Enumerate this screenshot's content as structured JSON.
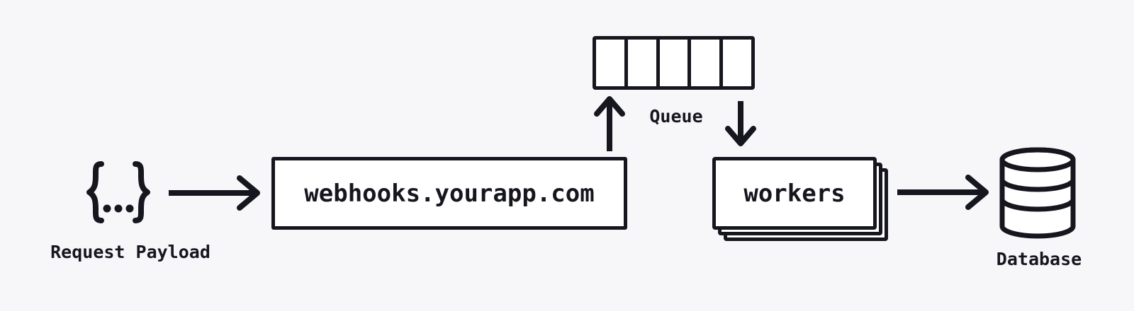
{
  "diagram": {
    "colors": {
      "background": "#f7f7fa",
      "stroke": "#16161f",
      "node_fill": "#ffffff"
    },
    "payload": {
      "label": "Request Payload",
      "icon": "json-braces-icon"
    },
    "webhooks": {
      "label": "webhooks.yourapp.com"
    },
    "queue": {
      "label": "Queue",
      "cells": 5
    },
    "workers": {
      "label": "workers",
      "stack_count": 3
    },
    "database": {
      "label": "Database",
      "icon": "database-icon"
    },
    "arrows": [
      {
        "name": "arrow-payload-to-webhooks",
        "direction": "right"
      },
      {
        "name": "arrow-webhooks-to-queue",
        "direction": "up"
      },
      {
        "name": "arrow-queue-to-workers",
        "direction": "down"
      },
      {
        "name": "arrow-workers-to-database",
        "direction": "right"
      }
    ]
  }
}
